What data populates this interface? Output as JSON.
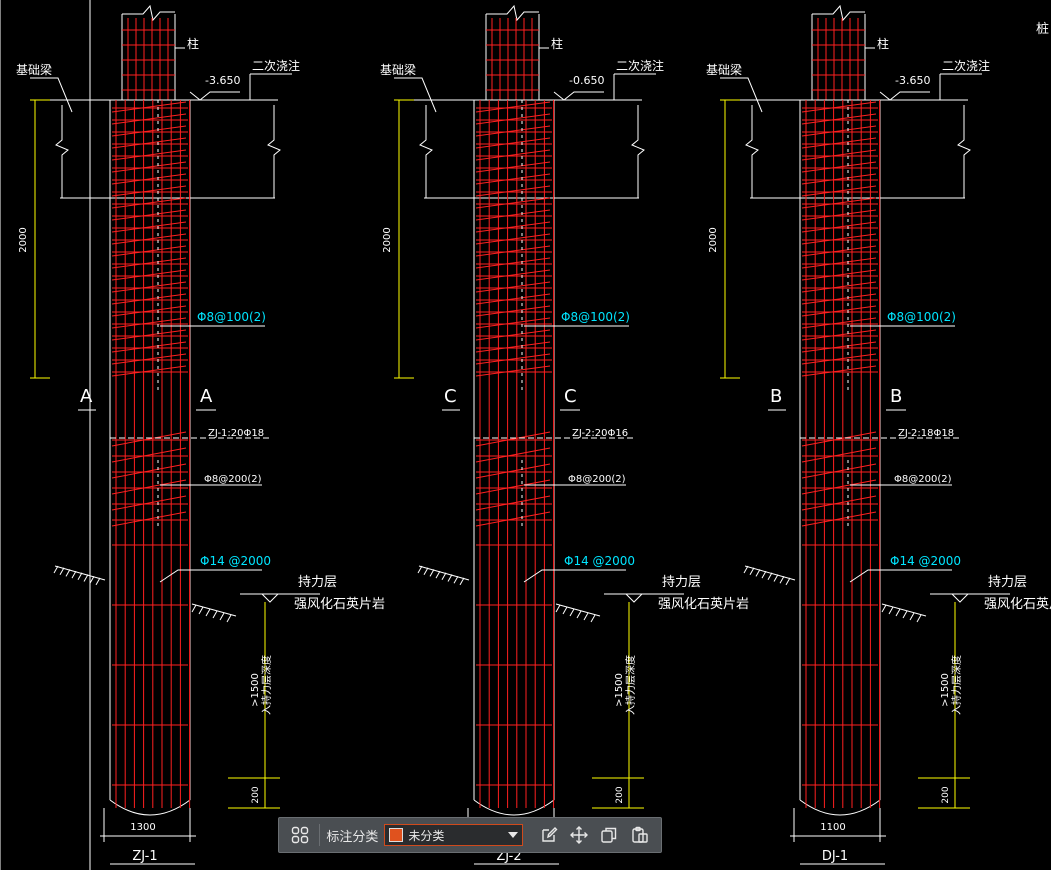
{
  "colors": {
    "background": "#000000",
    "outline": "#ffffff",
    "rebar": "#ff2020",
    "dimension": "#ffff00",
    "leader_cyan": "#00e5ff",
    "swatch": "#e0521e"
  },
  "corner_label": "桩",
  "piles": [
    {
      "id": "ZJ-1",
      "col_label": "柱",
      "beam_label": "基础梁",
      "second_pour": "二次浇注",
      "elevation": "-3.650",
      "dim_top": "2000",
      "section_mark": "A",
      "stirrup_dense": "Φ8@100(2)",
      "main_bar": "ZJ-1:20Φ18",
      "stirrup_sparse": "Φ8@200(2)",
      "ring_bar": "Φ14 @2000",
      "bearing_layer": "持力层",
      "rock": "强风化石英片岩",
      "embed_dim": ">1500",
      "embed_note": "入持力层深度",
      "bell_dim": "200",
      "width_dim": "1300",
      "name": "ZJ-1"
    },
    {
      "id": "ZJ-2",
      "col_label": "柱",
      "beam_label": "基础梁",
      "second_pour": "二次浇注",
      "elevation": "-0.650",
      "dim_top": "2000",
      "section_mark": "C",
      "stirrup_dense": "Φ8@100(2)",
      "main_bar": "ZJ-2:20Φ16",
      "stirrup_sparse": "Φ8@200(2)",
      "ring_bar": "Φ14 @2000",
      "bearing_layer": "持力层",
      "rock": "强风化石英片岩",
      "embed_dim": ">1500",
      "embed_note": "入持力层深度",
      "bell_dim": "200",
      "width_dim": "",
      "name": "ZJ-2"
    },
    {
      "id": "DJ-1",
      "col_label": "柱",
      "beam_label": "基础梁",
      "second_pour": "二次浇注",
      "elevation": "-3.650",
      "dim_top": "2000",
      "section_mark": "B",
      "stirrup_dense": "Φ8@100(2)",
      "main_bar": "ZJ-2:18Φ18",
      "stirrup_sparse": "Φ8@200(2)",
      "ring_bar": "Φ14 @2000",
      "bearing_layer": "持力层",
      "rock": "强风化石英片岩",
      "embed_dim": ">1500",
      "embed_note": "入持力层深度",
      "bell_dim": "200",
      "width_dim": "1100",
      "name": "DJ-1"
    }
  ],
  "toolbar": {
    "grid_icon": "grid-icon",
    "label": "标注分类",
    "category_value": "未分类",
    "edit_icon": "edit-icon",
    "move_icon": "move-icon",
    "copy_icon": "copy-icon",
    "paste_icon": "paste-icon"
  }
}
